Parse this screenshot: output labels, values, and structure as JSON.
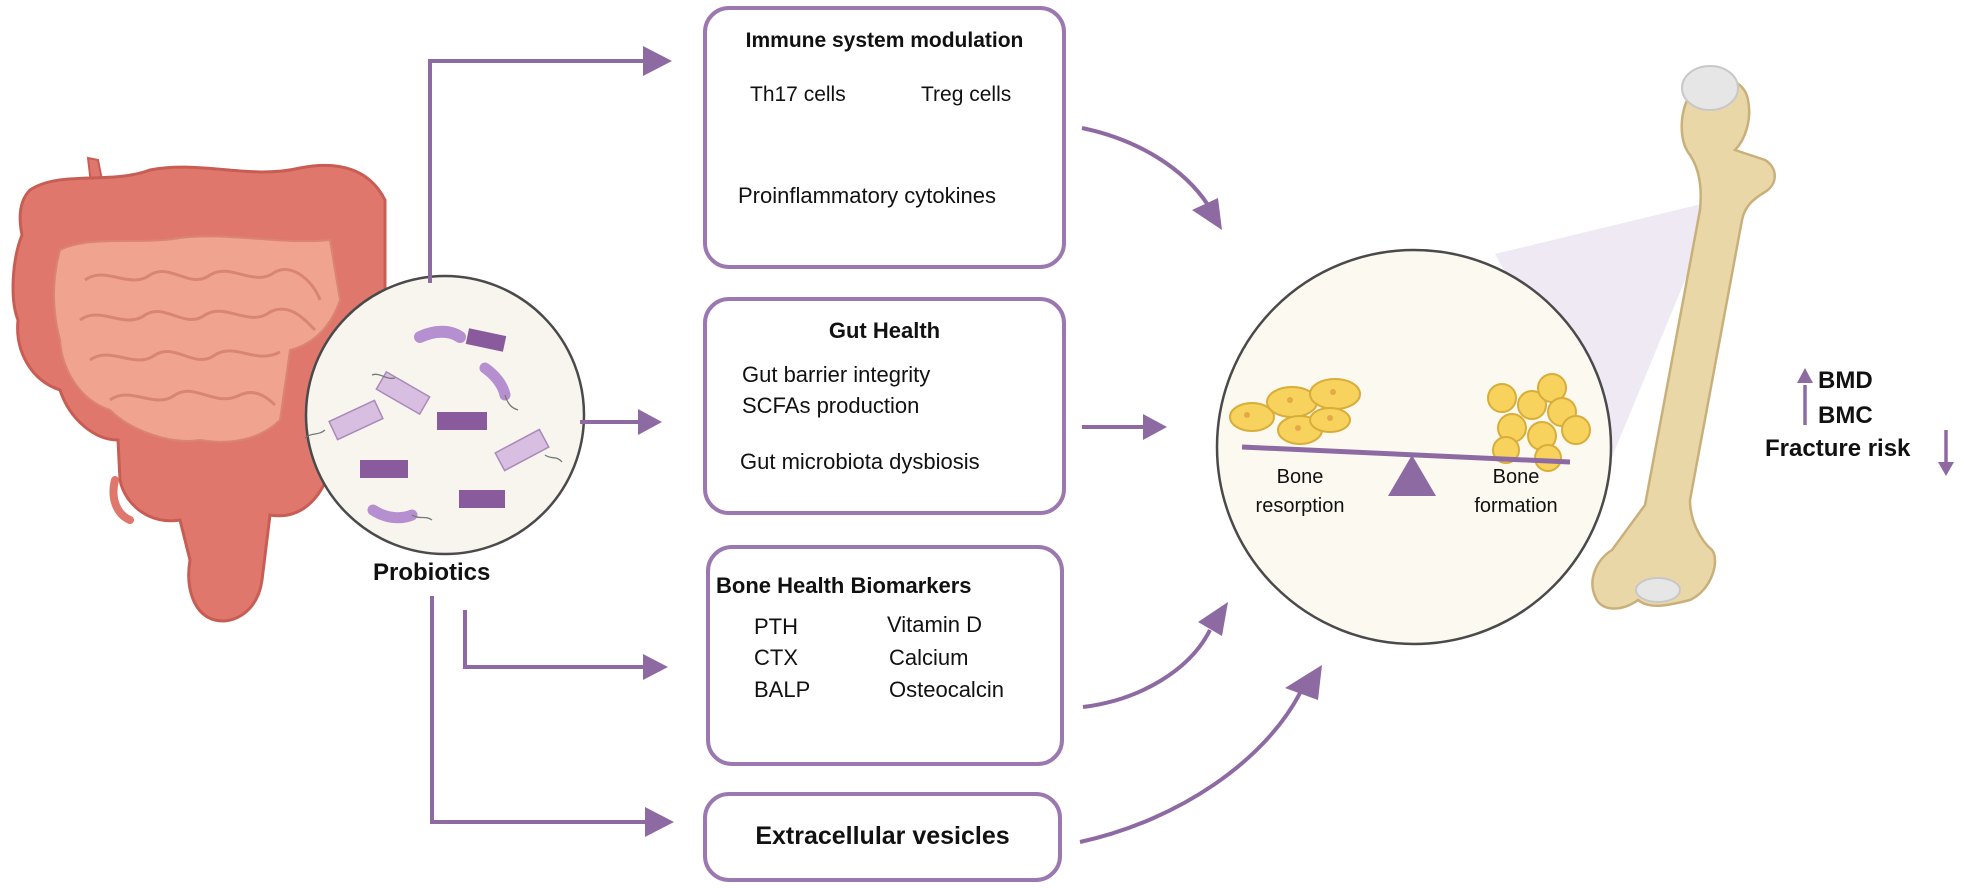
{
  "probiotics_label": "Probiotics",
  "immune": {
    "title": "Immune system modulation",
    "left_label": "Th17 cells",
    "right_label": "Treg cells",
    "down_item": "Proinflammatory cytokines"
  },
  "gut": {
    "title": "Gut Health",
    "up_items": [
      "Gut barrier integrity",
      "SCFAs production"
    ],
    "down_item": "Gut microbiota dysbiosis"
  },
  "bone_markers": {
    "title": "Bone Health Biomarkers",
    "down_items": [
      "PTH",
      "CTX",
      "BALP"
    ],
    "up_items": [
      "Vitamin D",
      "Calcium",
      "Osteocalcin"
    ]
  },
  "vesicles": {
    "title": "Extracellular vesicles"
  },
  "balance": {
    "left_label": [
      "Bone",
      "resorption"
    ],
    "right_label": [
      "Bone",
      "formation"
    ]
  },
  "outcomes": {
    "up_items": [
      "BMD",
      "BMC"
    ],
    "down_item": "Fracture risk"
  },
  "colors": {
    "accent": "#8e6aa3",
    "box_border": "#9b78b0",
    "intestine_outer": "#e0776c",
    "intestine_inner": "#f0a48f",
    "bone": "#ead7a7",
    "cells": "#f7d25c",
    "circle_bg": "#fcf9f1"
  }
}
